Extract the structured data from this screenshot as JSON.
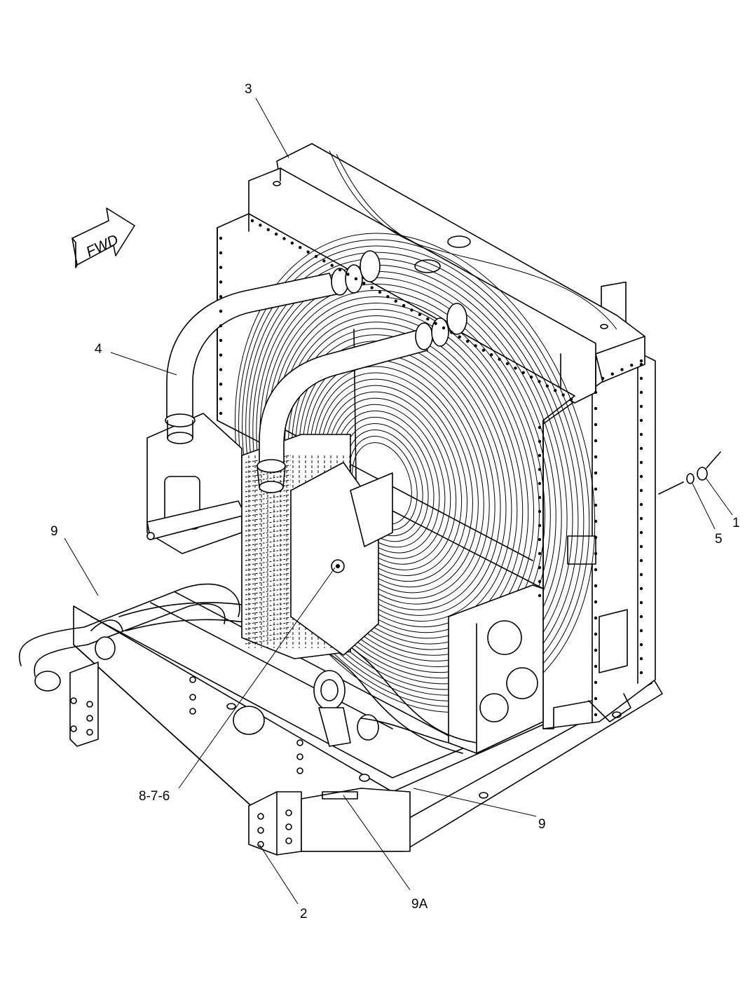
{
  "fwd_label": "FWD",
  "callouts": {
    "c3": "3",
    "c4": "4",
    "c9_left": "9",
    "c1": "1",
    "c5": "5",
    "c876": "8-7-6",
    "c9_right": "9",
    "c9a": "9A",
    "c2": "2"
  },
  "colors": {
    "ink": "#000000",
    "paper": "#ffffff"
  }
}
